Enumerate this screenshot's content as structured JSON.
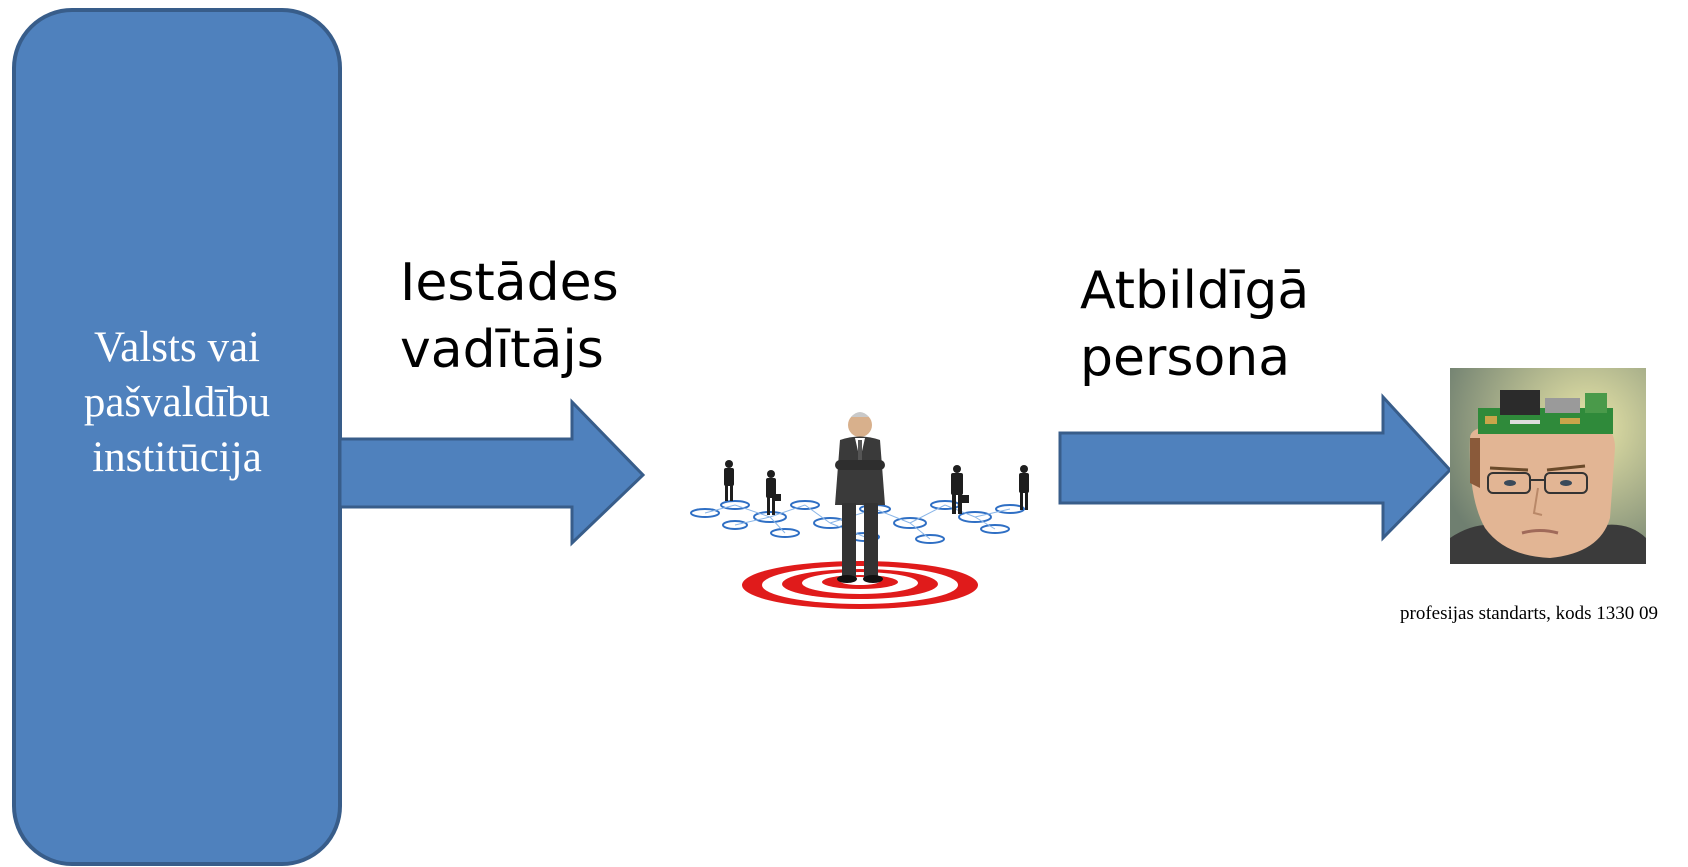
{
  "institution": {
    "lines": [
      "Valsts vai",
      "pašvaldību",
      "institūcija"
    ],
    "fill_color": "#4f81bd",
    "border_color": "#385d8a"
  },
  "arrows": {
    "fill_color": "#4f81bd",
    "border_color": "#385d8a",
    "first_label": [
      "Iestādes",
      "vadītājs"
    ],
    "second_label": [
      "Atbildīgā",
      "persona"
    ]
  },
  "illustrations": {
    "leader": "business-leader-on-target-image",
    "responsible": "man-with-circuit-board-head-image"
  },
  "caption": "profesijas standarts, kods 1330 09"
}
